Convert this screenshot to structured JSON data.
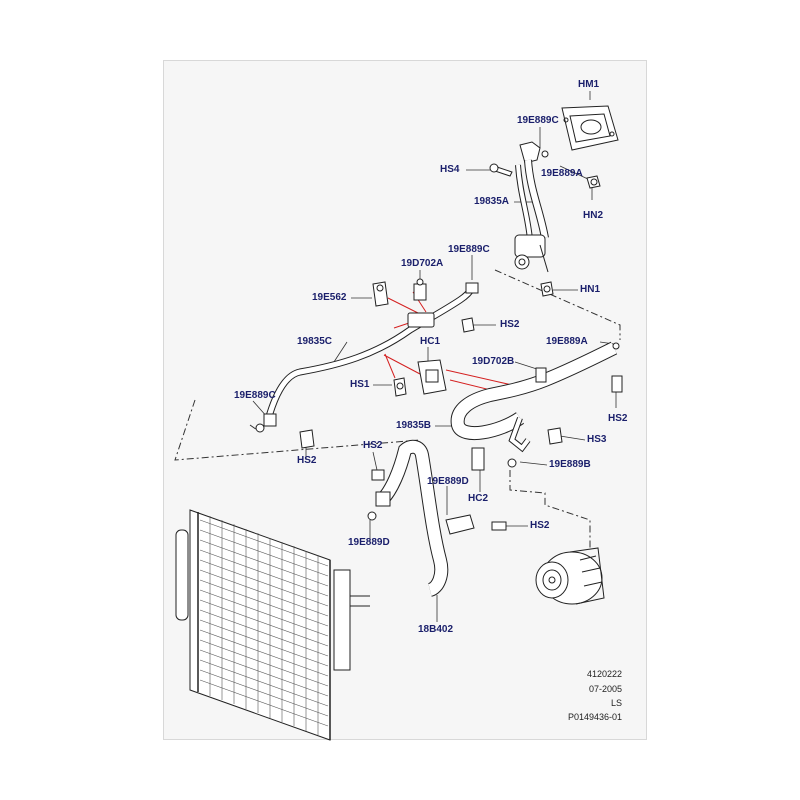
{
  "callouts": {
    "hm1": "HM1",
    "e889c_top": "19E889C",
    "hs4": "HS4",
    "e889a_top": "19E889A",
    "c19835a": "19835A",
    "hn2": "HN2",
    "e889c_mid": "19E889C",
    "d702a": "19D702A",
    "hn1": "HN1",
    "e562": "19E562",
    "hs2_a": "HS2",
    "e889a_right": "19E889A",
    "c19835c": "19835C",
    "hc1": "HC1",
    "d702b": "19D702B",
    "hs1": "HS1",
    "e889c_left": "19E889C",
    "hs2_right": "HS2",
    "c19835b": "19835B",
    "hs3": "HS3",
    "hs2_b": "HS2",
    "hs2_c": "HS2",
    "e889b": "19E889B",
    "e889d_mid": "19E889D",
    "hc2": "HC2",
    "hs2_d": "HS2",
    "e889d_left": "19E889D",
    "b18402": "18B402"
  },
  "footer": {
    "line1": "4120222",
    "line2": "07-2005",
    "line3": "LS",
    "line4": "P0149436-01"
  }
}
